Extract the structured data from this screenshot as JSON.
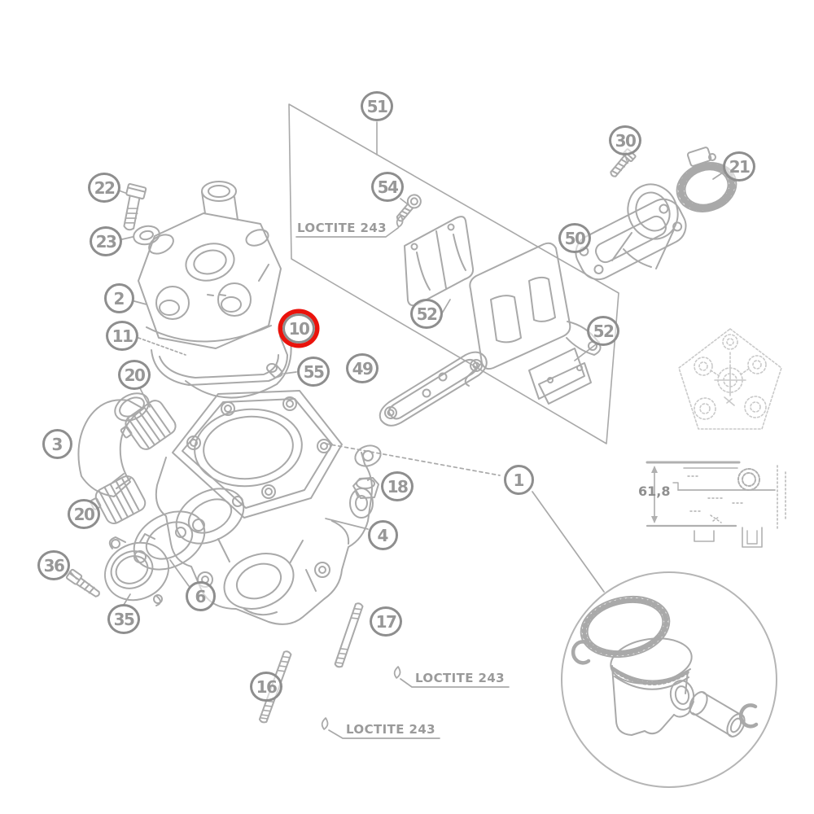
{
  "diagram": {
    "type": "exploded-parts-diagram",
    "background": "#ffffff",
    "line_color": "#a9a9a9",
    "faint_line_color": "#c9c9c9",
    "callout_ring_color": "#8e8e8e",
    "callout_text_color": "#979797",
    "highlight_color": "#ea130c",
    "highlighted_callout": "10",
    "callouts": [
      {
        "label": "1"
      },
      {
        "label": "2"
      },
      {
        "label": "3"
      },
      {
        "label": "4"
      },
      {
        "label": "6"
      },
      {
        "label": "10"
      },
      {
        "label": "11"
      },
      {
        "label": "16"
      },
      {
        "label": "17"
      },
      {
        "label": "18"
      },
      {
        "label": "20"
      },
      {
        "label": "20"
      },
      {
        "label": "21"
      },
      {
        "label": "22"
      },
      {
        "label": "23"
      },
      {
        "label": "30"
      },
      {
        "label": "35"
      },
      {
        "label": "36"
      },
      {
        "label": "49"
      },
      {
        "label": "50"
      },
      {
        "label": "51"
      },
      {
        "label": "52"
      },
      {
        "label": "52"
      },
      {
        "label": "54"
      },
      {
        "label": "55"
      }
    ],
    "annotations": {
      "loctite_top": "LOCTITE 243",
      "loctite_mid": "LOCTITE 243",
      "loctite_bottom": "LOCTITE 243"
    },
    "dimension": {
      "value": "61,8"
    }
  }
}
